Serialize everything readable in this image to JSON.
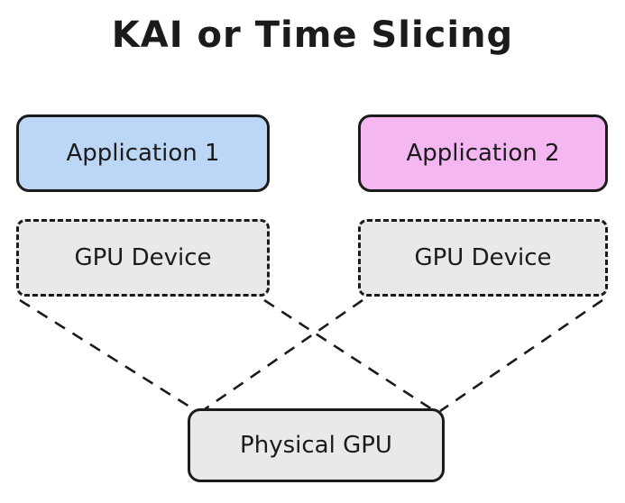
{
  "title": "KAI or Time Slicing",
  "nodes": {
    "app1": {
      "label": "Application 1",
      "fill": "#bcd6f6"
    },
    "app2": {
      "label": "Application 2",
      "fill": "#f4b7f2"
    },
    "gpu1": {
      "label": "GPU Device",
      "fill": "#e9e9e9"
    },
    "gpu2": {
      "label": "GPU Device",
      "fill": "#e9e9e9"
    },
    "phys": {
      "label": "Physical GPU",
      "fill": "#e9e9e9"
    }
  },
  "edges": [
    {
      "from": "gpu-device-1",
      "to": "physical-gpu",
      "style": "dashed"
    },
    {
      "from": "gpu-device-1",
      "to": "physical-gpu",
      "style": "dashed"
    },
    {
      "from": "gpu-device-2",
      "to": "physical-gpu",
      "style": "dashed"
    },
    {
      "from": "gpu-device-2",
      "to": "physical-gpu",
      "style": "dashed"
    }
  ],
  "colors": {
    "border": "#1b1b1b",
    "background": "#ffffff",
    "app1_fill": "#bcd6f6",
    "app2_fill": "#f4b7f2",
    "gray_fill": "#e9e9e9"
  }
}
